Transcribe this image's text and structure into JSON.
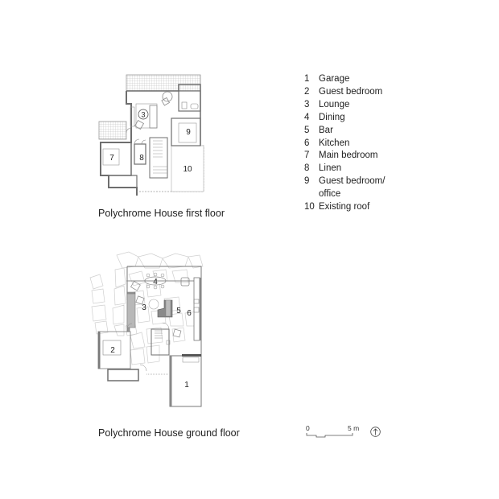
{
  "plans": {
    "first_floor": {
      "caption": "Polychrome House first floor",
      "room_labels": [
        "3",
        "9",
        "7",
        "8",
        "10"
      ]
    },
    "ground_floor": {
      "caption": "Polychrome House ground floor",
      "room_labels": [
        "4",
        "3",
        "5",
        "6",
        "2",
        "1"
      ]
    }
  },
  "legend": {
    "items": [
      {
        "num": "1",
        "label": "Garage"
      },
      {
        "num": "2",
        "label": "Guest bedroom"
      },
      {
        "num": "3",
        "label": "Lounge"
      },
      {
        "num": "4",
        "label": "Dining"
      },
      {
        "num": "5",
        "label": "Bar"
      },
      {
        "num": "6",
        "label": "Kitchen"
      },
      {
        "num": "7",
        "label": "Main bedroom"
      },
      {
        "num": "8",
        "label": "Linen"
      },
      {
        "num": "9",
        "label": "Guest bedroom/"
      },
      {
        "num": "",
        "label": "office"
      },
      {
        "num": "10",
        "label": "Existing roof"
      }
    ]
  },
  "scale": {
    "start_label": "0",
    "end_label": "5 m",
    "north_icon": "north-arrow-icon"
  },
  "colors": {
    "wall": "#6e6e6e",
    "wall_fill": "#9a9a9a",
    "line": "#8a8a8a",
    "stone": "#cfcfcf",
    "text": "#222222"
  }
}
